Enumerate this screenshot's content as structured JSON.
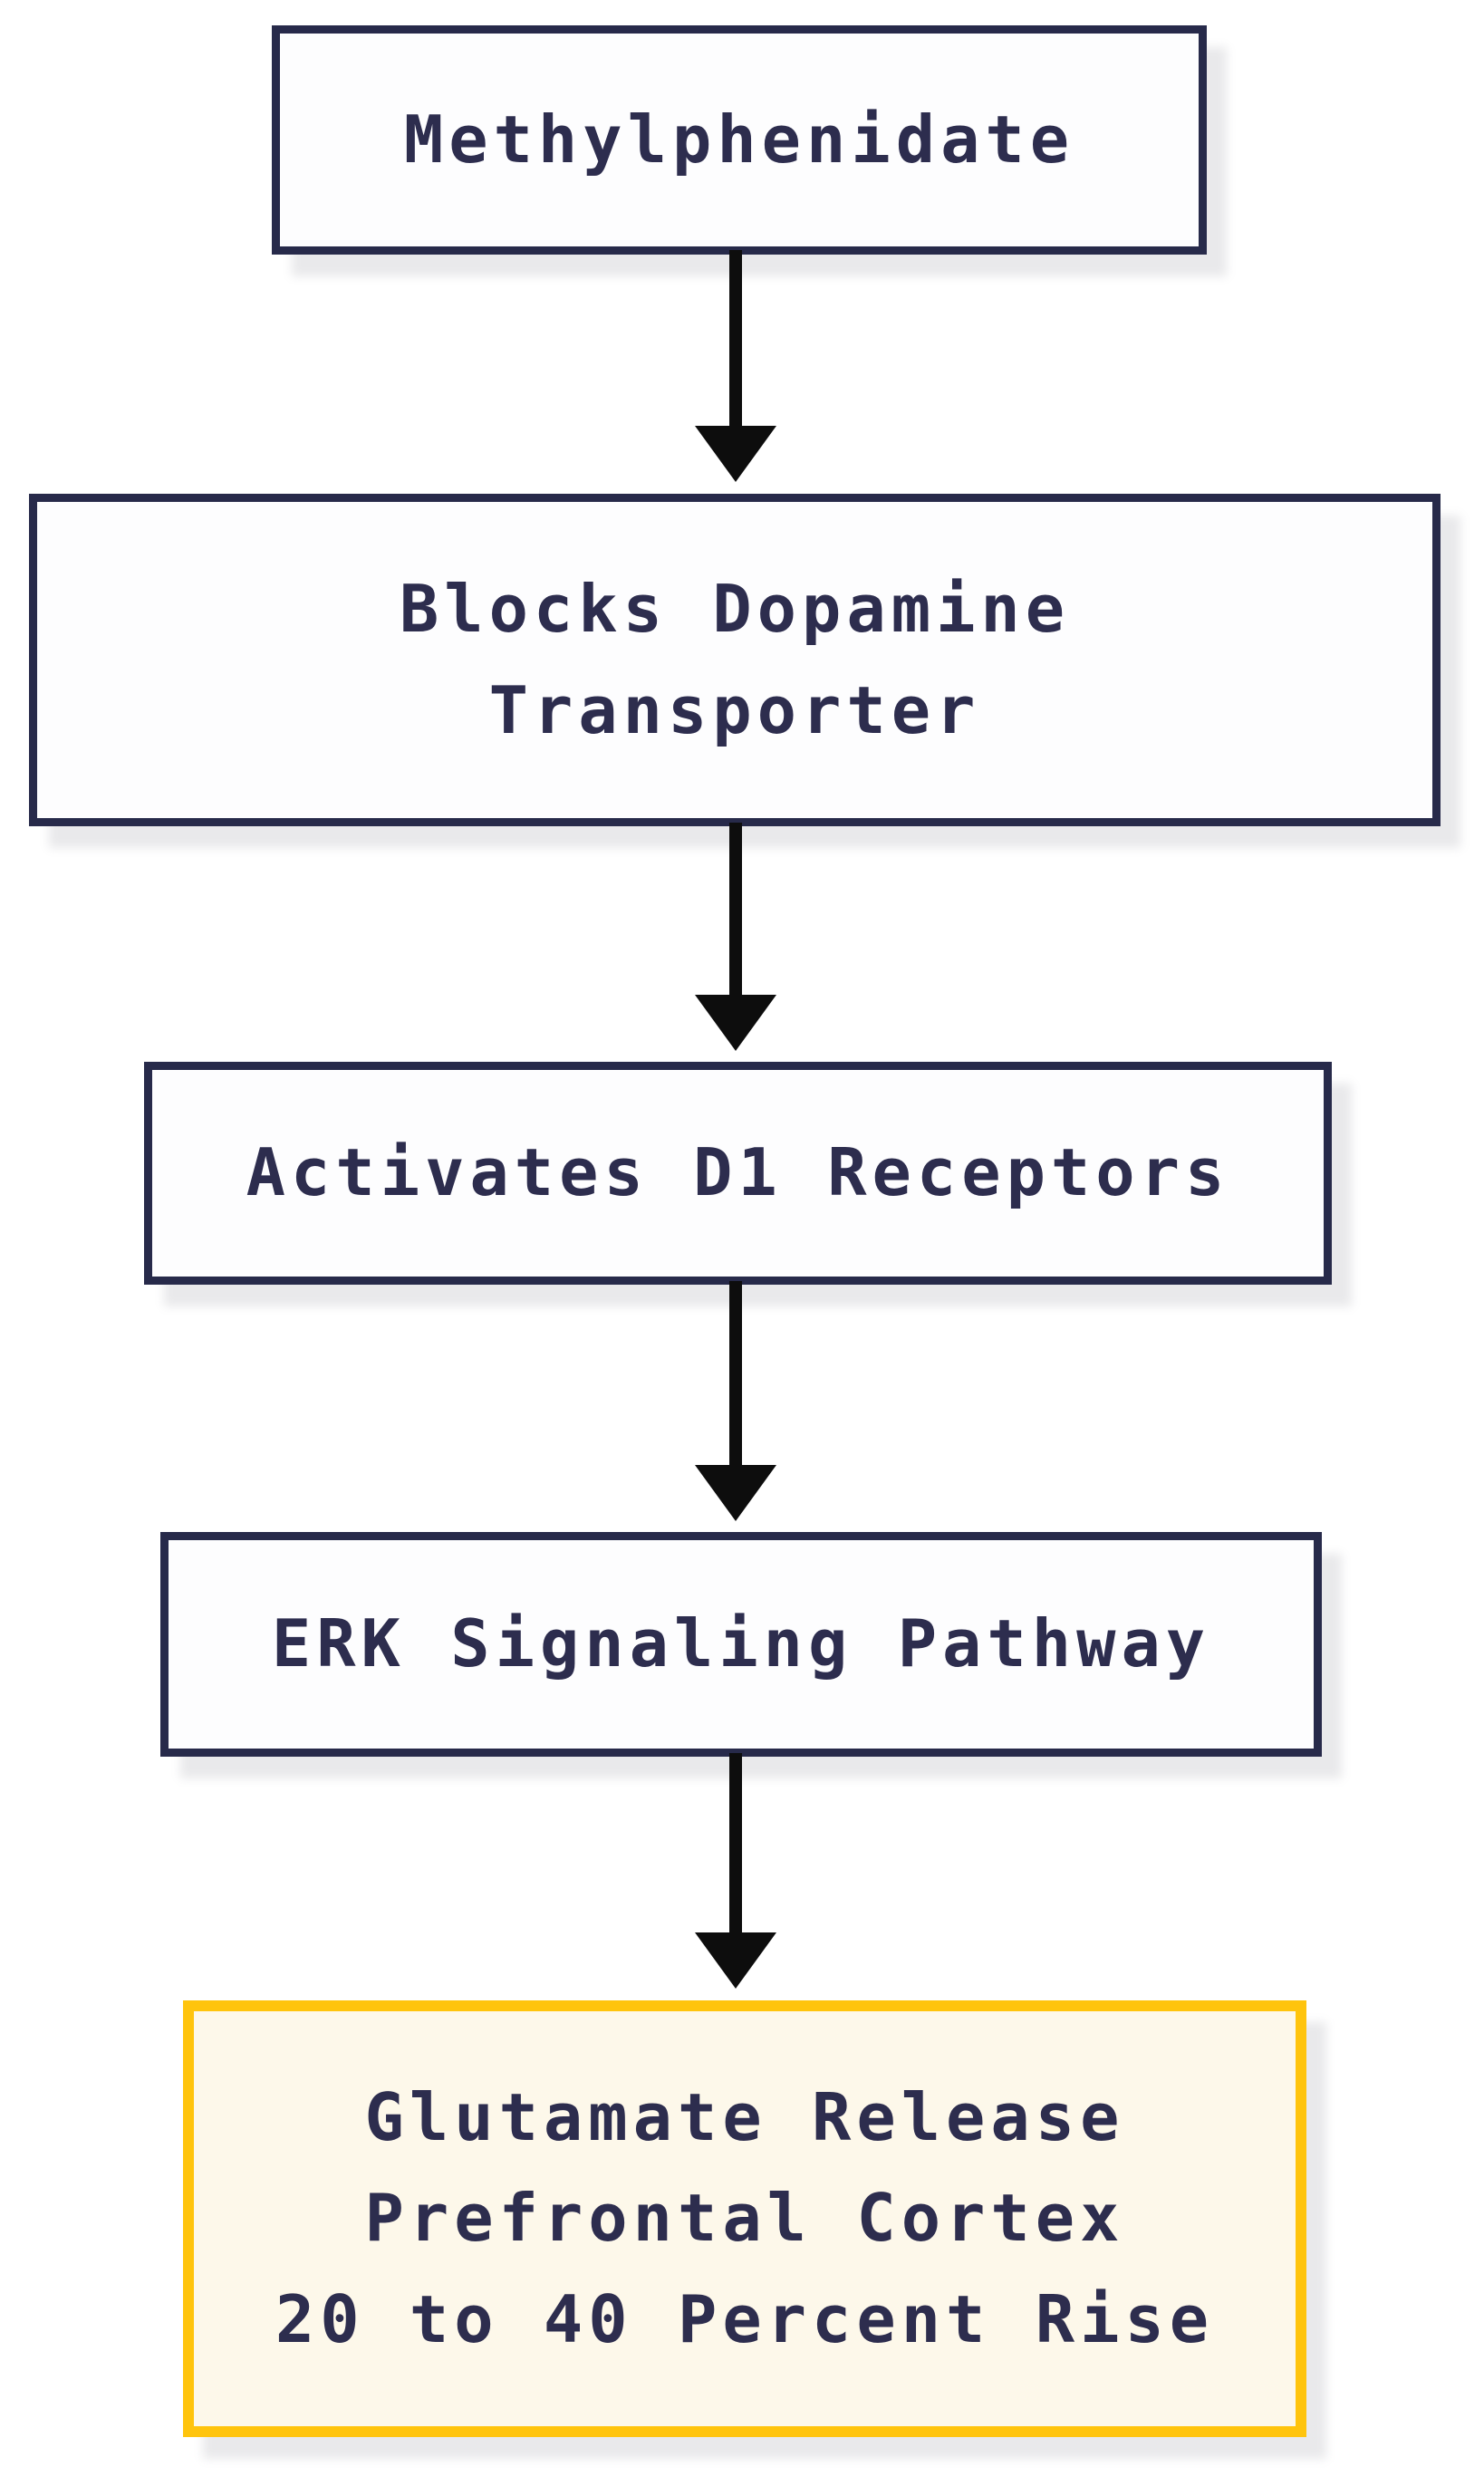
{
  "title": "Methylphenidate signaling pathway flowchart",
  "theme": {
    "navy": "#272a4a",
    "text_navy": "#2d2d4e",
    "node_fill": "#fdfdfe",
    "highlight_border": "#ffc40d",
    "highlight_fill": "#fdf8ea",
    "arrow_black": "#0d0d0d",
    "canvas_bg": "#ffffff"
  },
  "flowchart": {
    "nodes": [
      {
        "id": "methylphenidate",
        "text": "Methylphenidate",
        "highlighted": false
      },
      {
        "id": "blocks-dat",
        "text": "Blocks Dopamine\nTransporter",
        "highlighted": false
      },
      {
        "id": "d1-receptors",
        "text": "Activates D1 Receptors",
        "highlighted": false
      },
      {
        "id": "erk-pathway",
        "text": "ERK Signaling Pathway",
        "highlighted": false
      },
      {
        "id": "glutamate-release",
        "text": "Glutamate Release\nPrefrontal Cortex\n20 to 40 Percent Rise",
        "highlighted": true
      }
    ],
    "connections": [
      {
        "from": "methylphenidate",
        "to": "blocks-dat"
      },
      {
        "from": "blocks-dat",
        "to": "d1-receptors"
      },
      {
        "from": "d1-receptors",
        "to": "erk-pathway"
      },
      {
        "from": "erk-pathway",
        "to": "glutamate-release"
      }
    ]
  }
}
